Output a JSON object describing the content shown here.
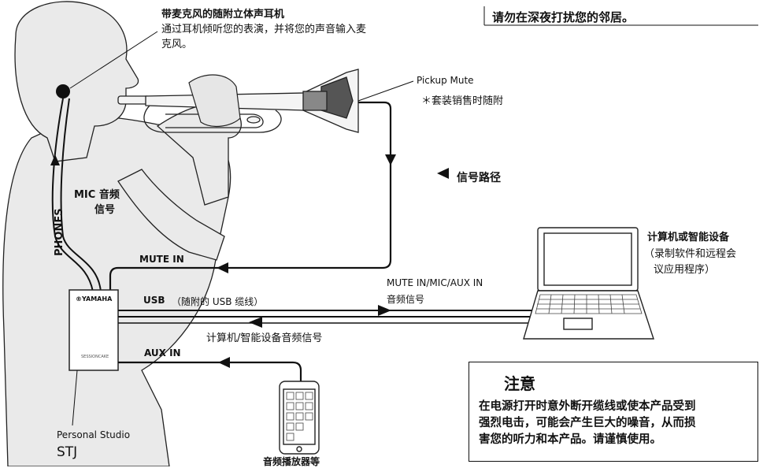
{
  "headset": {
    "title": "带麦克风的随附立体声耳机",
    "desc_line1": "通过耳机倾听您的表演，并将您的声音输入麦",
    "desc_line2": "克风。"
  },
  "notice": "请勿在深夜打扰您的邻居。",
  "pickup_mute": {
    "label": "Pickup Mute",
    "note": "＊套装销售时随附"
  },
  "signal_path_label": "信号路径",
  "mic_signal": {
    "line1": "MIC 音频",
    "line2": "信号"
  },
  "phones_label": "PHONES",
  "mute_in_label": "MUTE IN",
  "usb": {
    "label": "USB",
    "note": "（随附的 USB 缆线）"
  },
  "audio_signal_upper": {
    "line1": "MUTE IN/MIC/AUX IN",
    "line2": "音频信号"
  },
  "computer_audio_label": "计算机/智能设备音频信号",
  "aux_in_label": "AUX IN",
  "computer": {
    "title": "计算机或智能设备",
    "line1": "（录制软件和远程会",
    "line2": "议应用程序）"
  },
  "player_label": "音频播放器等",
  "device": {
    "brand": "®YAMAHA",
    "logo_text": "SESSIONCAKE",
    "name_line1": "Personal Studio",
    "name_line2": "STJ"
  },
  "caution": {
    "title": "注意",
    "line1": "在电源打开时意外断开缆线或使本产品受到",
    "line2": "强烈电击，可能会产生巨大的噪音，从而损",
    "line3": "害您的听力和本产品。请谨慎使用。"
  }
}
